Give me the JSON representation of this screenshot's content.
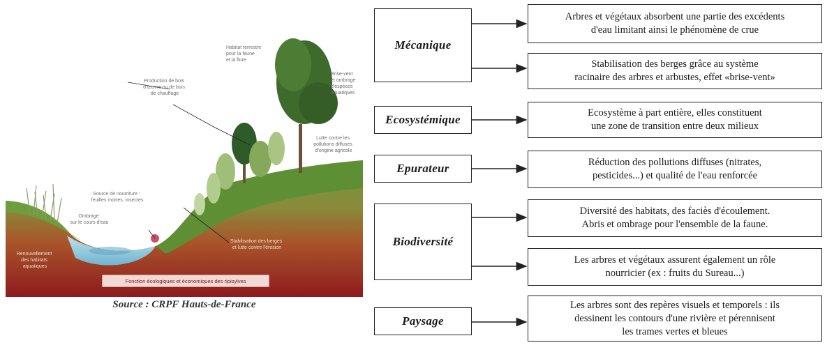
{
  "illustration": {
    "caption": "Source : CRPF Hauts-de-France",
    "footer_label": "Fonction écologiques et économiques des ripisylves",
    "annotations": {
      "habitat": [
        "Habitat terrestre",
        "pour la faune",
        "et la flore"
      ],
      "bois": [
        "Production de bois",
        "d'œuvre ou de bois",
        "de chauffage"
      ],
      "brise_vent": [
        "Brise-vent",
        "et ombrage",
        "d'espèces",
        "aquatiques"
      ],
      "lutte": [
        "Lutte contre les",
        "pollutions diffuses",
        "d'origine agricole"
      ],
      "source_nourriture": [
        "Source de nourriture :",
        "feuilles mortes, insectes"
      ],
      "ombrage": [
        "Ombrage",
        "sur le cours d'eau"
      ],
      "stabilisation": [
        "Stabilisation des berges",
        "et lutte contre l'érosion"
      ],
      "renouvellement": [
        "Renouvellement",
        "des habitats",
        "aquatiques"
      ]
    }
  },
  "categories": [
    {
      "label": "Mécanique"
    },
    {
      "label": "Ecosystémique"
    },
    {
      "label": "Epurateur"
    },
    {
      "label": "Biodiversité"
    },
    {
      "label": "Paysage"
    }
  ],
  "descriptions": [
    {
      "lines": [
        "Arbres et végétaux absorbent une partie des excédents",
        "d'eau limitant ainsi le phénomène de crue"
      ]
    },
    {
      "lines": [
        "Stabilisation des berges grâce au système",
        "racinaire des arbres et arbustes, effet «brise-vent»"
      ]
    },
    {
      "lines": [
        "Ecosystème à part entière, elles constituent",
        "une zone de transition entre deux milieux"
      ]
    },
    {
      "lines": [
        "Réduction des pollutions diffuses (nitrates,",
        "pesticides...) et qualité de l'eau renforcée"
      ]
    },
    {
      "lines": [
        "Diversité des habitats, des faciès d'écoulement.",
        "Abris et ombrage pour l'ensemble de la faune."
      ]
    },
    {
      "lines": [
        "Les arbres et végétaux assurent également un rôle",
        "nourricier (ex : fruits du Sureau...)"
      ]
    },
    {
      "lines": [
        "Les arbres sont des repères visuels et temporels : ils",
        "dessinent les contours d'une rivière et pérennisent",
        "les trames vertes et bleues"
      ]
    }
  ]
}
